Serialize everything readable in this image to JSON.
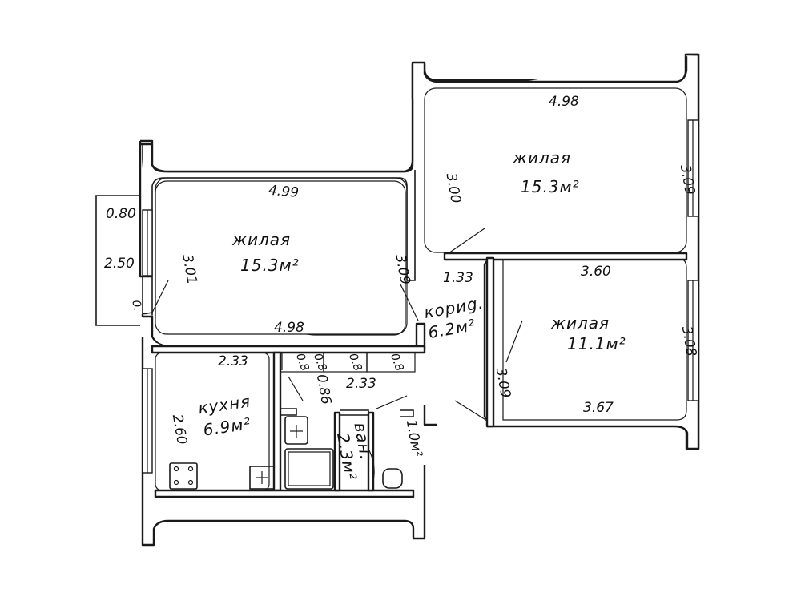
{
  "rooms": {
    "living_left": {
      "name": "жилая",
      "area": "15.3м²"
    },
    "living_right_top": {
      "name": "жилая",
      "area": "15.3м²"
    },
    "living_right_bottom": {
      "name": "жилая",
      "area": "11.1м²"
    },
    "corridor": {
      "name": "кориg.",
      "area": "6.2м²"
    },
    "kitchen": {
      "name": "кухня",
      "area": "6.9м²"
    },
    "bathroom": {
      "name": "ван.",
      "area": "2.3м²"
    },
    "wc": {
      "name": "1.0м²"
    }
  },
  "dimensions": {
    "left_room_top": "4.99",
    "left_room_bottom": "4.98",
    "left_room_left": "3.01",
    "left_room_right": "3.09",
    "balcony_width": "0.80",
    "balcony_length": "2.50",
    "balcony_gap": "0.",
    "top_right_top": "4.98",
    "top_right_left": "3.00",
    "top_right_right": "3.09",
    "top_right_corner": "1.33",
    "bottom_right_top": "3.60",
    "bottom_right_bottom": "3.67",
    "bottom_right_left": "3.09",
    "bottom_right_right": "3.08",
    "kitchen_top": "2.33",
    "kitchen_left": "2.60",
    "closet": "0.86",
    "closet_width": "2.33",
    "closets": [
      "0.8",
      "0.8",
      "0.8",
      "0.8"
    ]
  },
  "colors": {
    "ink": "#1a1a1a",
    "paper": "#ffffff"
  }
}
